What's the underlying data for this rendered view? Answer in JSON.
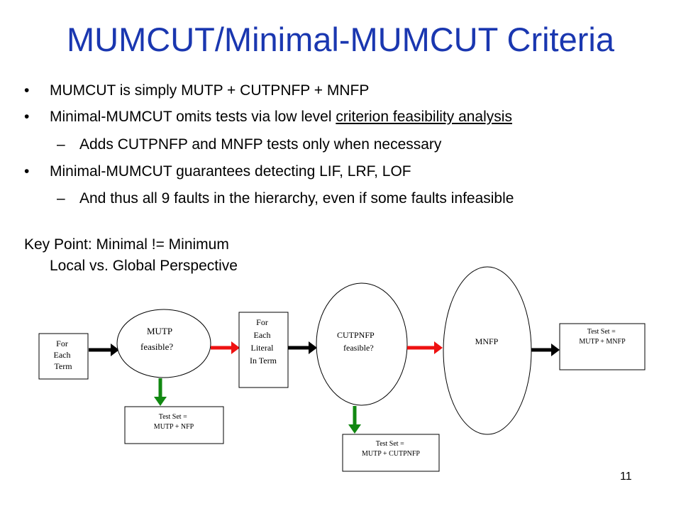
{
  "slide": {
    "title": "MUMCUT/Minimal-MUMCUT Criteria",
    "bullets": [
      {
        "level": 1,
        "marker": "•",
        "text": "MUMCUT is simply MUTP + CUTPNFP + MNFP"
      },
      {
        "level": 1,
        "marker": "•",
        "text_before": "Minimal-MUMCUT omits tests via low level ",
        "text_underlined": "criterion feasibility analysis"
      },
      {
        "level": 2,
        "marker": "–",
        "text": "Adds CUTPNFP and MNFP tests only when necessary"
      },
      {
        "level": 1,
        "marker": "•",
        "text": "Minimal-MUMCUT guarantees detecting LIF, LRF, LOF"
      },
      {
        "level": 2,
        "marker": "–",
        "text": "And thus all 9 faults in the hierarchy, even if some faults infeasible"
      }
    ],
    "key_point": {
      "line1": "Key Point: Minimal != Minimum",
      "line2": "Local vs. Global Perspective"
    },
    "page_number": "11"
  },
  "diagram": {
    "for_each_term": [
      "For",
      "Each",
      "Term"
    ],
    "mutp_feasible": [
      "MUTP",
      "feasible?"
    ],
    "test_set_mutp_nfp": [
      "Test Set =",
      "MUTP  +  NFP"
    ],
    "for_each_literal": [
      "For",
      "Each",
      "Literal",
      "In Term"
    ],
    "cutpnfp_feasible": [
      "CUTPNFP",
      "feasible?"
    ],
    "test_set_mutp_cutpnfp": [
      "Test Set =",
      "MUTP + CUTPNFP"
    ],
    "mnfp": "MNFP",
    "test_set_mutp_mnfp": [
      "Test Set =",
      "MUTP + MNFP"
    ],
    "colors": {
      "black_arrow": "#000000",
      "red_arrow": "#ee1111",
      "green_arrow": "#118811",
      "title": "#1a37b0"
    }
  }
}
